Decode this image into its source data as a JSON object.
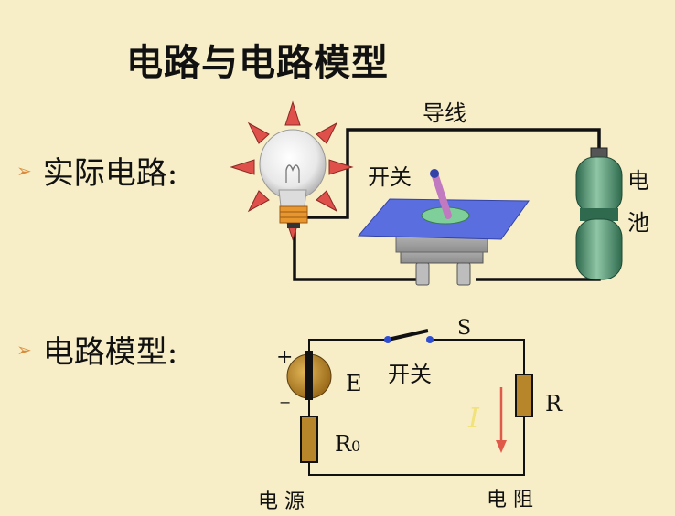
{
  "title": "电路与电路模型",
  "bullets": {
    "real_circuit": "实际电路:",
    "circuit_model": "电路模型:"
  },
  "real_circuit_labels": {
    "wire": "导线",
    "switch": "开关",
    "battery_char1": "电",
    "battery_char2": "池"
  },
  "model_labels": {
    "switch_letter": "S",
    "switch_text": "开关",
    "plus": "+",
    "minus": "−",
    "emf": "E",
    "r0_main": "R",
    "r0_sub": "0",
    "resistor": "R",
    "current": "I",
    "source_caption": "电 源",
    "load_caption": "电 阻"
  },
  "colors": {
    "background": "#f7eec7",
    "bullet_arrow": "#d98a3a",
    "resistor_fill": "#b8862a",
    "source_fill": "#b8862a",
    "current_arrow": "#e05a4a",
    "current_label": "#f2e27a",
    "battery_green": "#4f8f6e",
    "switch_plate": "#5a6ee0",
    "lamp_ray": "#e0504a"
  }
}
